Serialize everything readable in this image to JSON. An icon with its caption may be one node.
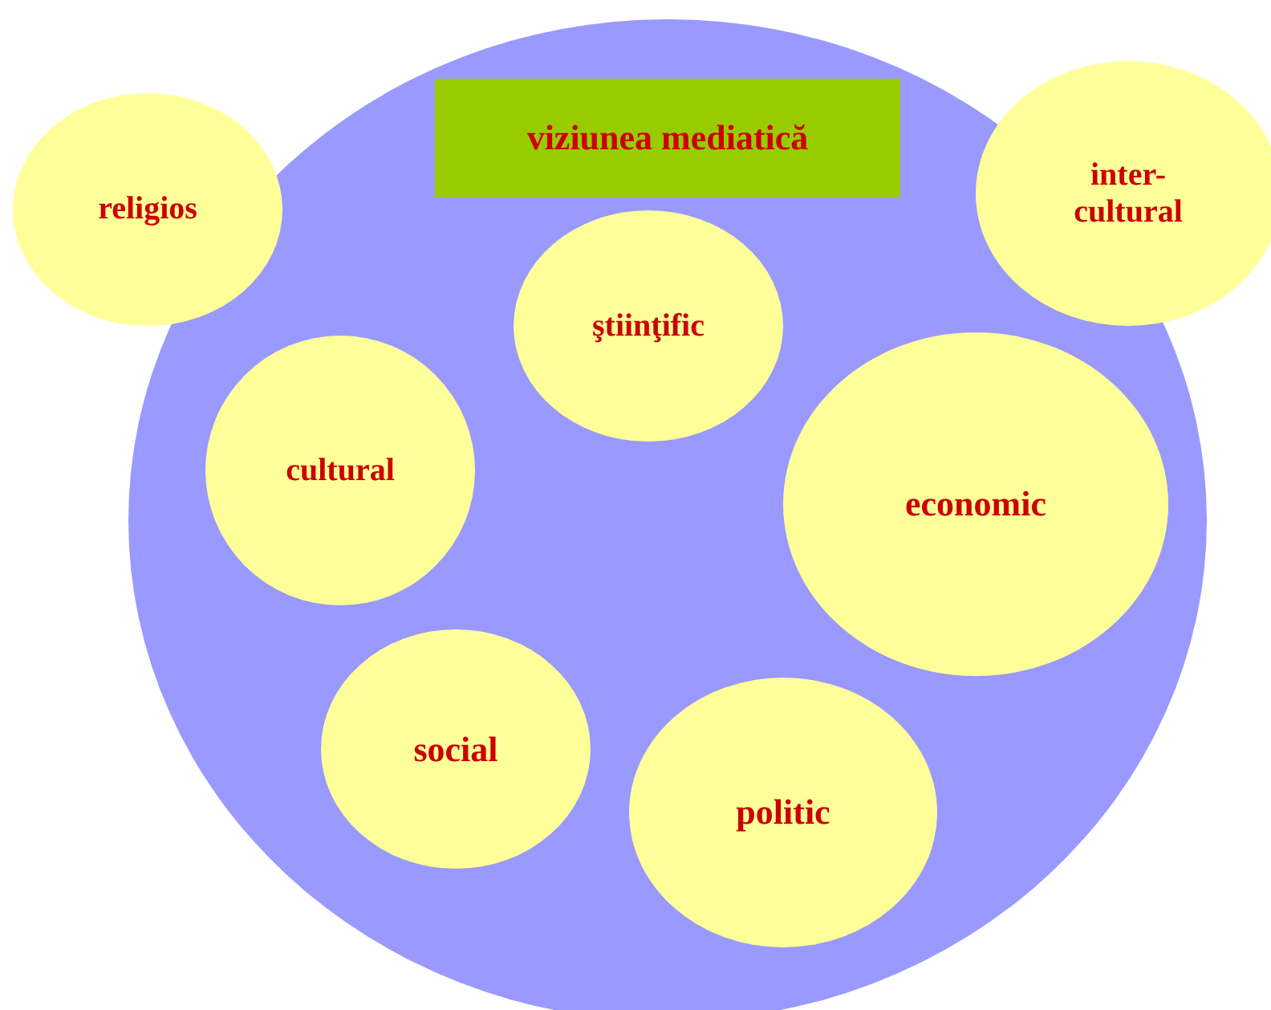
{
  "diagram": {
    "nodes": [
      {
        "text": [],
        "shape": "circle"
      },
      {
        "text": [
          "viziunea mediatică"
        ],
        "in": 0
      },
      {
        "text": [
          "religios"
        ]
      },
      {
        "text": [
          "inter- cultural"
        ]
      },
      {
        "text": [
          "ştiinţific"
        ],
        "in": 0
      },
      {
        "text": [
          "cultural"
        ],
        "in": 0
      },
      {
        "text": [
          "economic"
        ],
        "in": 0
      },
      {
        "text": [
          "social"
        ],
        "in": 0
      },
      {
        "text": [
          "politic"
        ],
        "in": 0
      }
    ],
    "edges": []
  }
}
